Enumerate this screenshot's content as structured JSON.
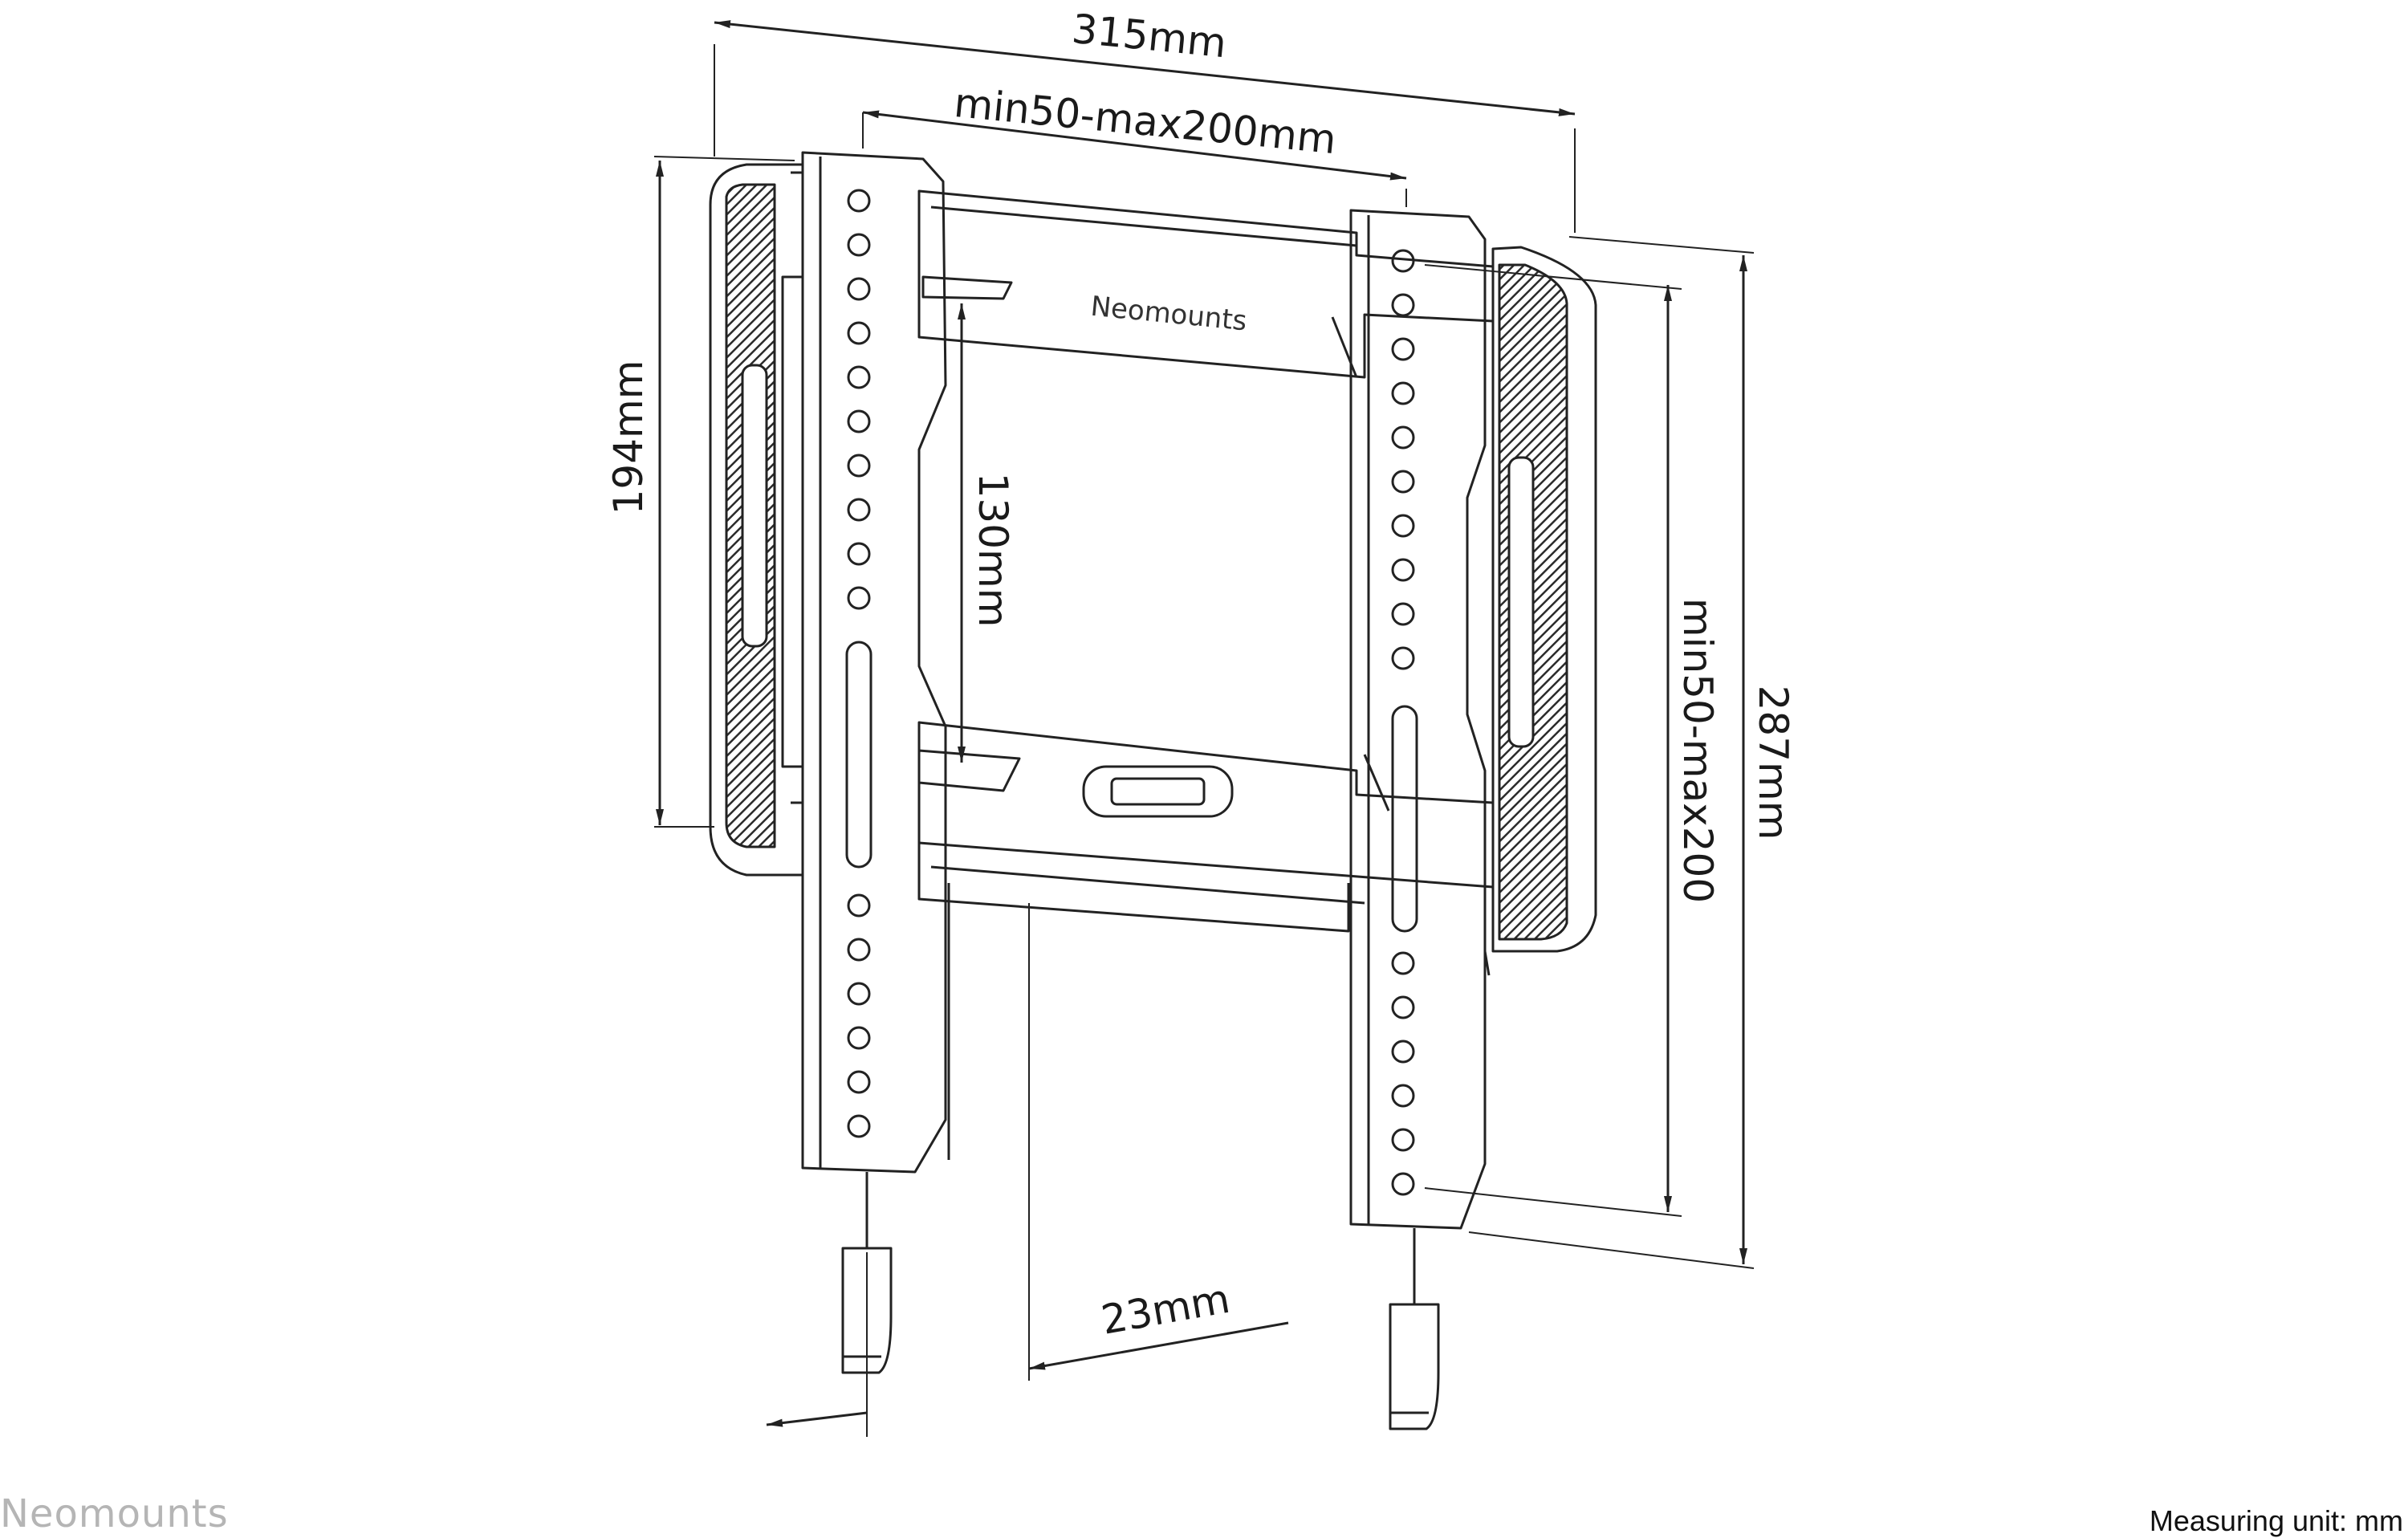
{
  "dimensions": {
    "overall_width": "315mm",
    "vesa_horizontal": "min50-max200mm",
    "pad_height": "194mm",
    "frame_height": "130mm",
    "vesa_vertical": "min50-max200",
    "overall_height": "287mm",
    "depth": "23mm"
  },
  "plate_brand": "Neomounts",
  "footer": {
    "logo_text": "Neomounts",
    "measuring_unit": "Measuring unit: mm"
  },
  "colors": {
    "line": "#222222",
    "pad_hatch": "#3a3a3a",
    "logo_grey": "#b5b5b5"
  }
}
